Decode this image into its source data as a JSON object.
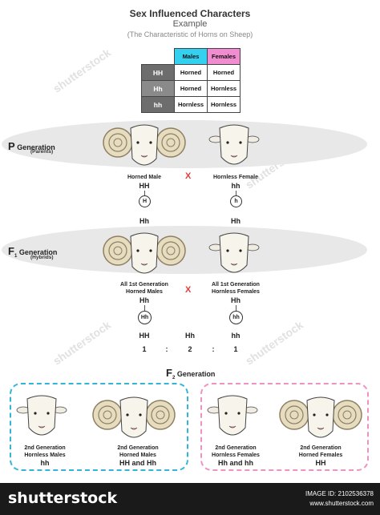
{
  "header": {
    "title": "Sex Influenced Characters",
    "subtitle": "Example",
    "caption": "(The Characteristic of Horns on Sheep)"
  },
  "table": {
    "col_males": "Males",
    "col_females": "Females",
    "rows": [
      {
        "genotype": "HH",
        "males": "Horned",
        "females": "Horned"
      },
      {
        "genotype": "Hh",
        "males": "Horned",
        "females": "Hornless"
      },
      {
        "genotype": "hh",
        "males": "Hornless",
        "females": "Hornless"
      }
    ]
  },
  "p_generation": {
    "letter": "P",
    "label": "Generation",
    "sublabel": "(Parents)",
    "male_label": "Horned Male",
    "female_label": "Hornless Female",
    "cross": "X",
    "male_genotype": "HH",
    "female_genotype": "hh",
    "male_gamete": "H",
    "female_gamete": "h",
    "offspring": "Hh"
  },
  "f1_generation": {
    "letter": "F",
    "subscript": "1",
    "label": "Generation",
    "sublabel": "(Hybrids)",
    "male_label_1": "All 1st Generation",
    "male_label_2": "Horned Males",
    "female_label_1": "All 1st Generation",
    "female_label_2": "Hornless Females",
    "cross": "X",
    "male_genotype": "Hh",
    "female_genotype": "Hh",
    "male_gamete": "Hh",
    "female_gamete": "hh"
  },
  "ratio": {
    "g1": "HH",
    "g2": "Hh",
    "g3": "hh",
    "r1": "1",
    "r2": "2",
    "r3": "1",
    "sep": ":"
  },
  "f2_generation": {
    "letter": "F",
    "subscript": "2",
    "label": "Generation",
    "items": [
      {
        "line1": "2nd Generation",
        "line2": "Hornless Males",
        "genotype": "hh"
      },
      {
        "line1": "2nd Generation",
        "line2": "Horned Males",
        "genotype": "HH and Hh"
      },
      {
        "line1": "2nd Generation",
        "line2": "Hornless Females",
        "genotype": "Hh and hh"
      },
      {
        "line1": "2nd Generation",
        "line2": "Horned Females",
        "genotype": "HH"
      }
    ]
  },
  "watermark": "shutterstock",
  "footer": {
    "brand": "shutterstock",
    "image_id": "IMAGE ID: 2102536378",
    "site": "www.shutterstock.com"
  },
  "colors": {
    "males_header": "#33d0f0",
    "females_header": "#f08ccf",
    "cross": "#e23b3b",
    "male_box": "#33b5d8",
    "female_box": "#ee92c2"
  }
}
